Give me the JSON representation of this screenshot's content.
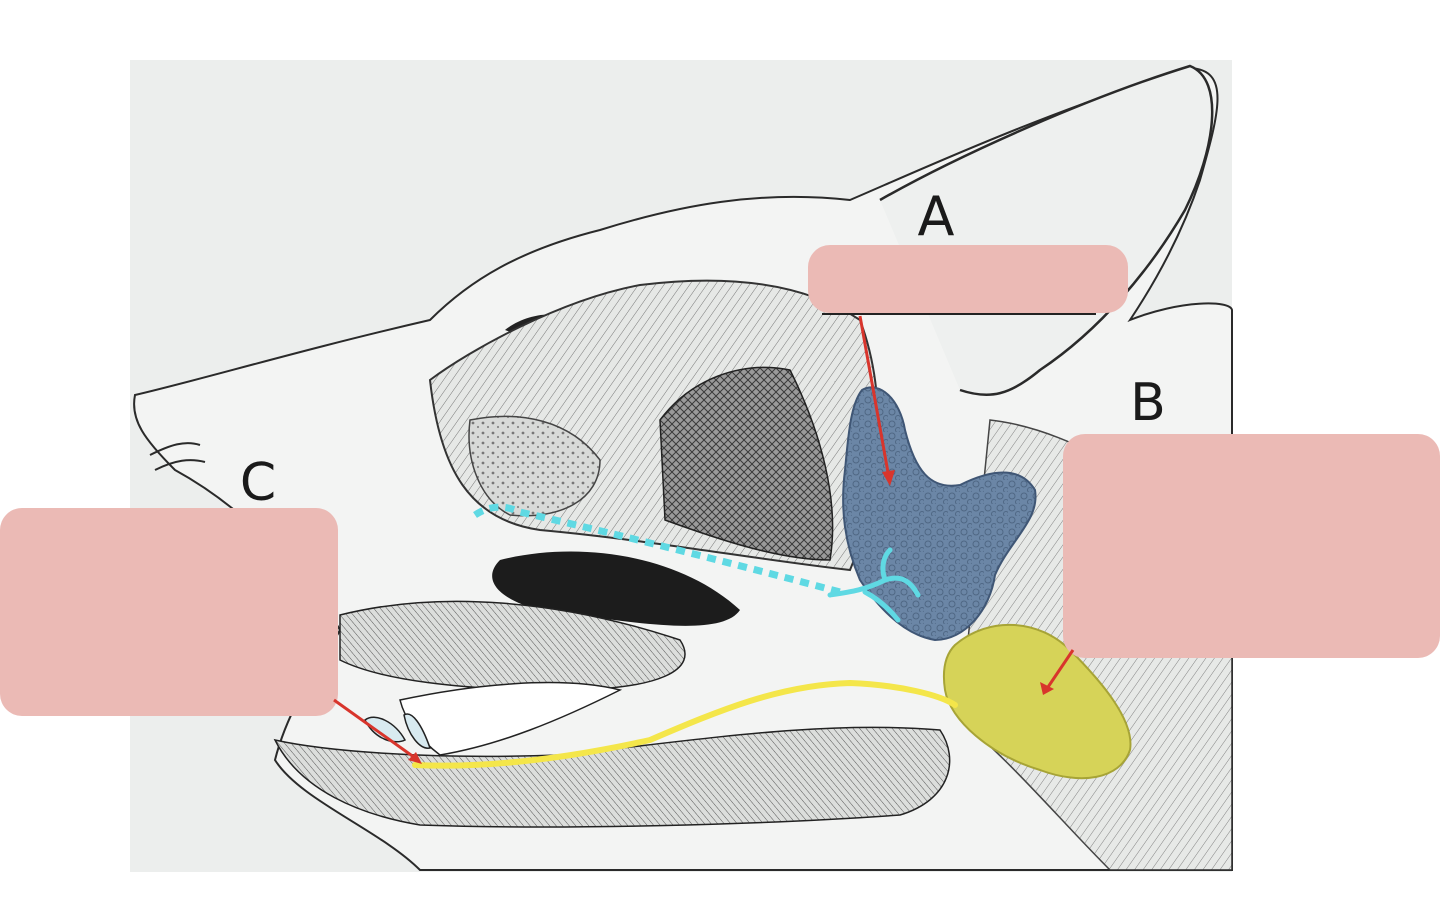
{
  "labels": {
    "a": "A",
    "b": "B",
    "c": "C"
  },
  "colors": {
    "page_background": "#ffffff",
    "illustration_background": "#eceeed",
    "label_box_fill": "#ebbab5",
    "gland_a_fill": "#6b86a6",
    "gland_b_fill": "#d6d358",
    "duct_yellow": "#f4e64a",
    "duct_cyan": "#5fd9e3",
    "pointer_red": "#d8352c",
    "ink": "#1a1a1a"
  },
  "icons": {
    "gland_a": "parotid-gland-shape",
    "gland_b": "mandibular-gland-shape"
  }
}
